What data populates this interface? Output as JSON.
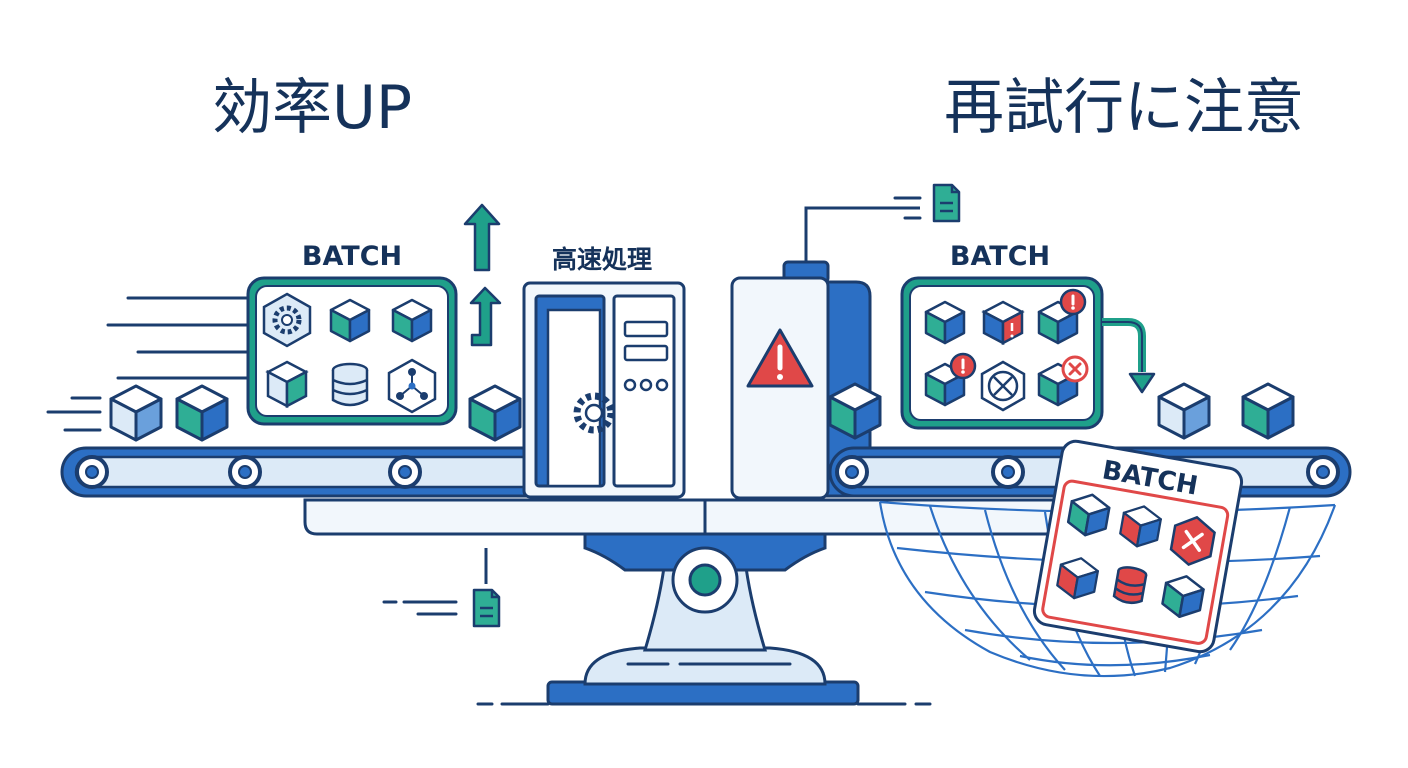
{
  "headings": {
    "efficiency": "効率UP",
    "caution": "再試行に注意"
  },
  "labels": {
    "batch_left": "BATCH",
    "high_speed": "高速処理",
    "batch_right": "BATCH",
    "batch_failed": "BATCH"
  },
  "colors": {
    "navy": "#15325a",
    "outline": "#1b3d6e",
    "blue": "#2c6fc4",
    "light_blue": "#dceaf7",
    "panel_fill": "#f2f7fc",
    "teal": "#1fa08a",
    "red": "#e04848",
    "white": "#ffffff"
  },
  "icons": [
    "gear-icon",
    "cube-icon",
    "database-icon",
    "network-icon",
    "warning-icon",
    "exclamation-icon",
    "x-mark-icon",
    "document-icon",
    "up-arrow-icon",
    "down-arrow-icon",
    "speed-lines-icon",
    "net-icon"
  ]
}
